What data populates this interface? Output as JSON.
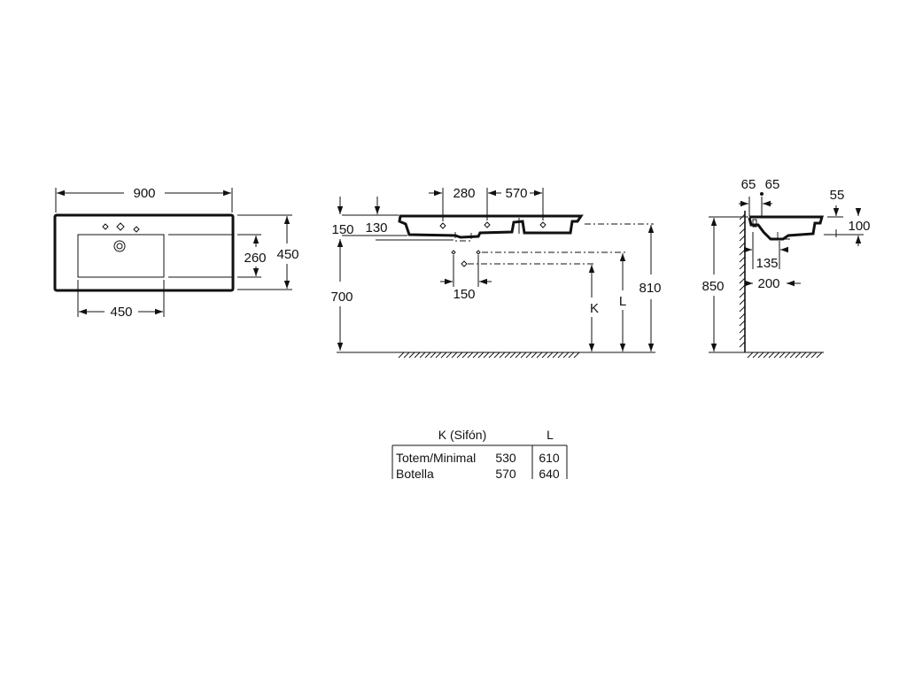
{
  "plan_view": {
    "overall_width": "900",
    "overall_depth": "450",
    "bowl_width": "450",
    "bowl_depth": "260"
  },
  "front_view": {
    "tap_spacing_1": "280",
    "tap_spacing_2": "570",
    "top_offset_1": "150",
    "top_offset_2": "130",
    "drain_spacing": "150",
    "rim_height": "700",
    "total_height": "810",
    "siphon_k_label": "K",
    "siphon_l_label": "L"
  },
  "side_view": {
    "wall_offset_1": "65",
    "wall_offset_2": "65",
    "rim_drop": "55",
    "bowl_depth": "100",
    "drain_offset": "135",
    "drain_projection": "200",
    "installed_height": "850"
  },
  "table": {
    "headers": [
      "K (Sifón)",
      "L"
    ],
    "rows": [
      {
        "name": "Totem/Minimal",
        "k": "530",
        "l": "610"
      },
      {
        "name": "Botella",
        "k": "570",
        "l": "640"
      }
    ]
  }
}
